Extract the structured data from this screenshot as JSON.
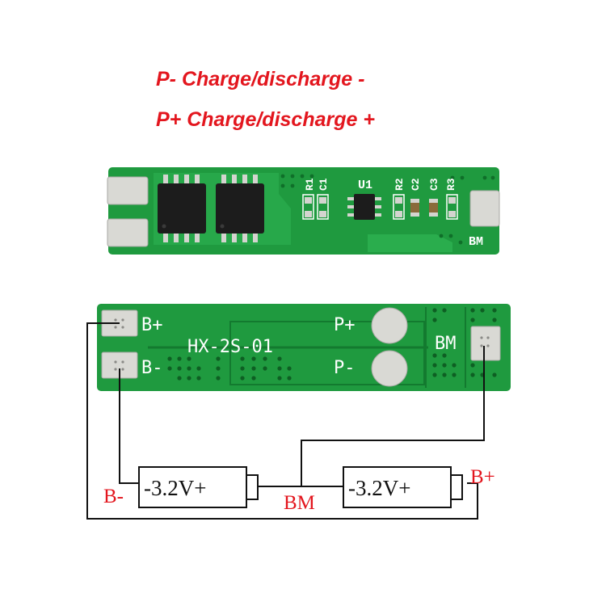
{
  "caption": {
    "line1": "P- Charge/discharge -",
    "line2": "P+ Charge/discharge +"
  },
  "top_board": {
    "refs": {
      "r1": "R1",
      "c1": "C1",
      "u1": "U1",
      "r2": "R2",
      "c2": "C2",
      "c3": "C3",
      "r3": "R3",
      "bm": "BM"
    }
  },
  "bottom_board": {
    "model": "HX-2S-01",
    "pads": {
      "b_plus": "B+",
      "b_minus": "B-",
      "p_plus": "P+",
      "p_minus": "P-",
      "bm": "BM"
    }
  },
  "wiring": {
    "left_terminal": "B-",
    "middle_terminal": "BM",
    "right_terminal": "B+",
    "cells": [
      {
        "voltage": "-3.2V+"
      },
      {
        "voltage": "-3.2V+"
      }
    ]
  },
  "colors": {
    "caption": "#e3161e",
    "pcb": "#1f9a3f",
    "pcb_dark": "#137a2f",
    "silkscreen": "#ffffff",
    "pad": "#d9d9d4",
    "chip": "#1c1c1c",
    "wire": "#111111",
    "label": "#e3161e"
  }
}
